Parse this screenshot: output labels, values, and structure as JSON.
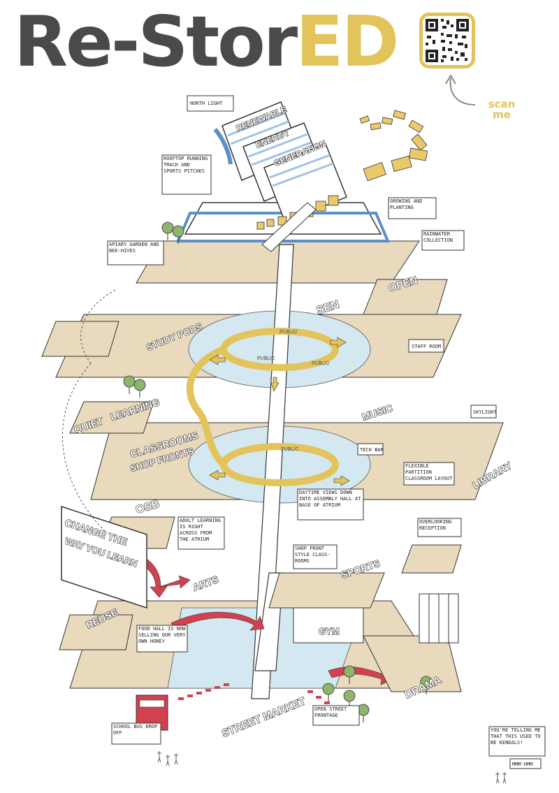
{
  "title": {
    "part1": "Re-Stor",
    "part2": "ED"
  },
  "scan": {
    "line1": "scan",
    "line2": "me"
  },
  "colors": {
    "gold": "#e2c45a",
    "dark": "#4a4a4a",
    "floor": "#e9d9bd",
    "glass": "#d4e8f2",
    "arrow_red": "#d2414f"
  },
  "callouts": {
    "north_light": "NORTH LIGHT",
    "rooftop": "ROOFTOP RUNNING TRACK AND SPORTS PITCHES",
    "growing": "GROWING AND PLANTING",
    "apiary": "APIARY GARDEN AND BEE-HIVES",
    "rainwater": "RAINWATER COLLECTION",
    "staff_room": "STAFF ROOM",
    "skylight": "SKYLIGHT",
    "tech_bar": "TECH BAR",
    "flexible": "FLEXIBLE PARTITION CLASSROOM LAYOUT",
    "daytime": "DAYTIME VIEWS DOWN INTO ASSEMBLY HALL AT BASE OF ATRIUM",
    "adult": "ADULT LEARNING IS RIGHT ACROSS FROM THE ATRIUM",
    "shop_front": "SHOP FRONT STYLE CLASS-ROOMS",
    "overlooking": "OVERLOOKING RECEPTION",
    "food_hall": "FOOD HALL IS NOW SELLING OUR VERY OWN HONEY",
    "bus": "SCHOOL BUS DROP OFF",
    "open_street": "OPEN STREET FRONTAGE",
    "youre_telling": "YOU'RE TELLING ME THAT THIS USED TO BE KENDALS!",
    "mmm_hmm": "MMM-HMM"
  },
  "zones": {
    "renewable": "RENEWABLE",
    "energy": "ENERGY",
    "generation": "GENERATION",
    "sen": "SEN",
    "open": "OPEN",
    "study_pods": "STUDY PODS",
    "quiet": "QUIET",
    "learning": "LEARNING",
    "classrooms": "CLASSROOMS",
    "shop_fronts": "SHOP FRONTS",
    "osb": "OSB",
    "music": "MUSIC",
    "library": "LIBRARY",
    "arts": "ARTS",
    "sports": "SPORTS",
    "gym": "GYM",
    "reuse": "REUSE",
    "street_market": "STREET MARKET",
    "drama": "DRAMA",
    "change_1": "CHANGE THE",
    "change_2": "WAY YOU LEARN"
  },
  "tags": {
    "public": "PUBLIC",
    "public_2": "PUBLIC",
    "public_3": "PUBLIC",
    "public_4": "PUBLIC"
  }
}
